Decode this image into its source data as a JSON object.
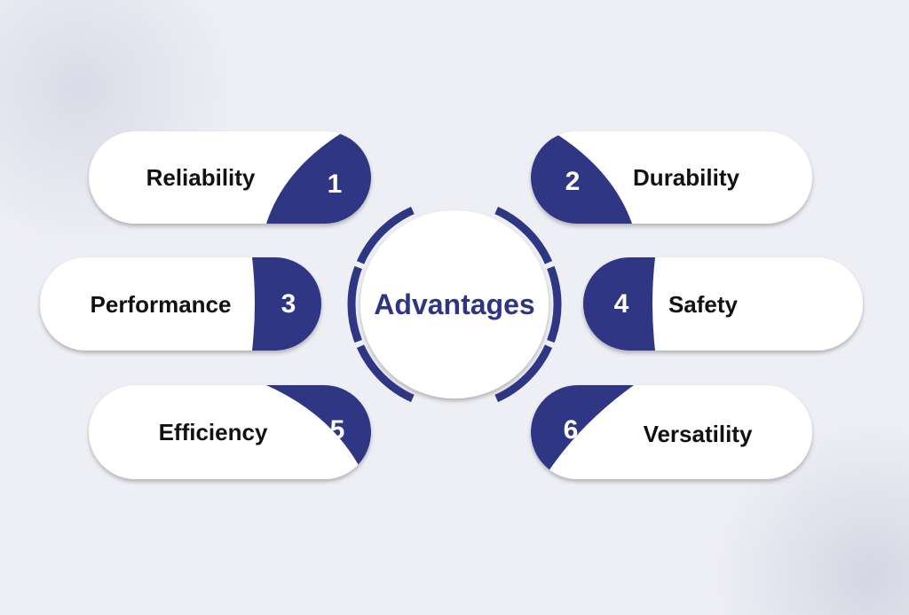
{
  "title": "Advantages",
  "accent_color": "#2f3785",
  "items": [
    {
      "number": "1",
      "label": "Reliability"
    },
    {
      "number": "2",
      "label": "Durability"
    },
    {
      "number": "3",
      "label": "Performance"
    },
    {
      "number": "4",
      "label": "Safety"
    },
    {
      "number": "5",
      "label": "Efficiency"
    },
    {
      "number": "6",
      "label": "Versatility"
    }
  ]
}
